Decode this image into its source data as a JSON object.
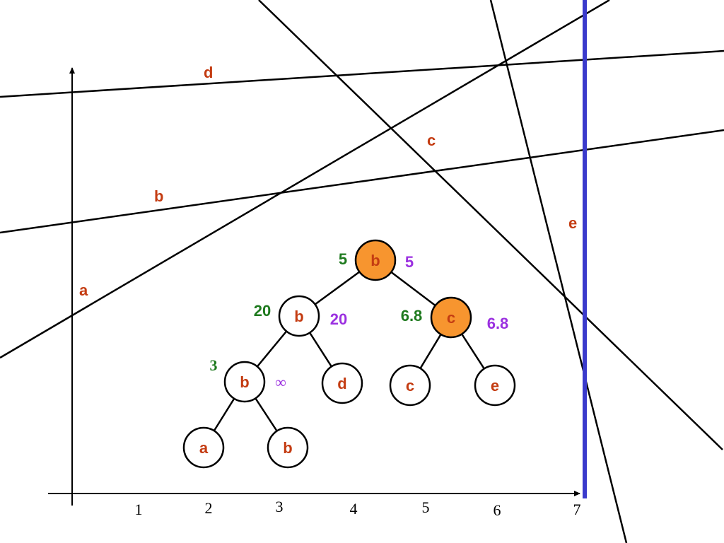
{
  "colors": {
    "red_label": "#c43c12",
    "green_label": "#1e7a1e",
    "purple_label": "#9b30e0",
    "highlight_fill": "#f7952f",
    "sweep_line": "#3a3acc",
    "ink": "#000000"
  },
  "lines": [
    {
      "id": "a",
      "label": "a"
    },
    {
      "id": "b",
      "label": "b"
    },
    {
      "id": "c",
      "label": "c"
    },
    {
      "id": "d",
      "label": "d"
    },
    {
      "id": "e",
      "label": "e"
    }
  ],
  "axis": {
    "ticks": [
      "1",
      "2",
      "3",
      "4",
      "5",
      "6",
      "7"
    ]
  },
  "tree": {
    "nodes": [
      {
        "id": "root",
        "label": "b",
        "highlighted": true,
        "left_value": "5",
        "right_value": "5"
      },
      {
        "id": "l",
        "label": "b",
        "highlighted": false,
        "left_value": "20",
        "right_value": "20"
      },
      {
        "id": "r",
        "label": "c",
        "highlighted": true,
        "left_value": "6.8",
        "right_value": "6.8"
      },
      {
        "id": "ll",
        "label": "b",
        "highlighted": false,
        "left_value": "3",
        "right_value": "∞"
      },
      {
        "id": "lr",
        "label": "d",
        "highlighted": false,
        "left_value": "",
        "right_value": ""
      },
      {
        "id": "rl",
        "label": "c",
        "highlighted": false,
        "left_value": "",
        "right_value": ""
      },
      {
        "id": "rr",
        "label": "e",
        "highlighted": false,
        "left_value": "",
        "right_value": ""
      },
      {
        "id": "lll",
        "label": "a",
        "highlighted": false,
        "left_value": "",
        "right_value": ""
      },
      {
        "id": "llr",
        "label": "b",
        "highlighted": false,
        "left_value": "",
        "right_value": ""
      }
    ]
  }
}
